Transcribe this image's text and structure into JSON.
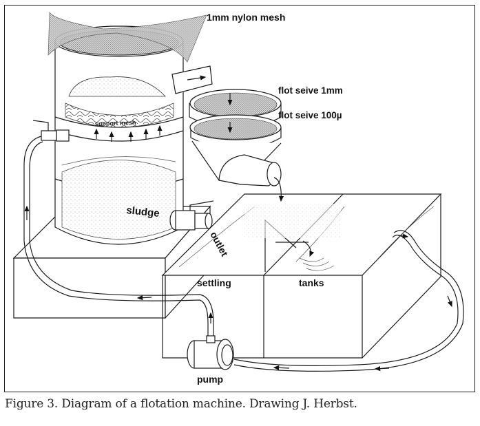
{
  "figure": {
    "caption": "Figure 3. Diagram of a flotation machine. Drawing J. Herbst.",
    "labels": {
      "nylon_mesh": "1mm nylon mesh",
      "flot_sieve_1mm": "flot seive 1mm",
      "flot_sieve_100u": "flot seive 100µ",
      "support_mesh": "support mesh",
      "sludge": "sludge",
      "outlet": "outlet",
      "settling": "settling",
      "tanks": "tanks",
      "pump": "pump"
    },
    "colors": {
      "line": "#1a1a1a",
      "mesh": "#bdbdbd",
      "background": "#ffffff"
    }
  }
}
